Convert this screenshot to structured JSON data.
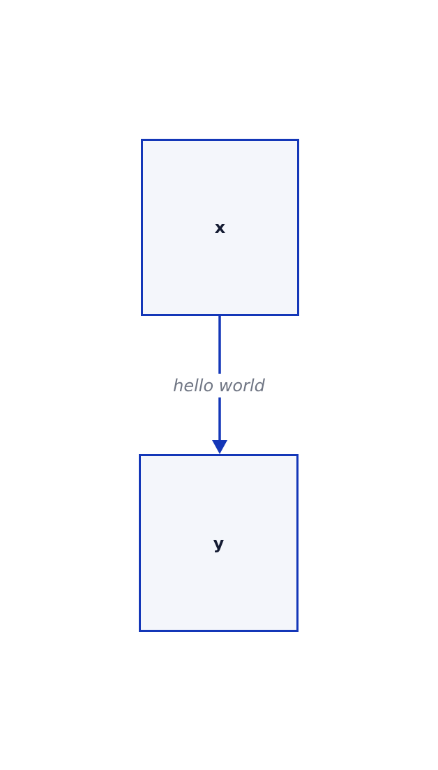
{
  "diagram": {
    "type": "flowchart",
    "direction": "top-down",
    "nodes": [
      {
        "id": "x",
        "label": "x",
        "shape": "rectangle"
      },
      {
        "id": "y",
        "label": "y",
        "shape": "rectangle"
      }
    ],
    "edges": [
      {
        "from": "x",
        "to": "y",
        "label": "hello world",
        "arrow": "filled-triangle-down"
      }
    ],
    "colors": {
      "background": "#ffffff",
      "node_border": "#1437b8",
      "node_fill": "#f4f6fb",
      "node_text": "#151c33",
      "edge_line": "#1437b8",
      "edge_label_text": "#6f7583"
    }
  }
}
